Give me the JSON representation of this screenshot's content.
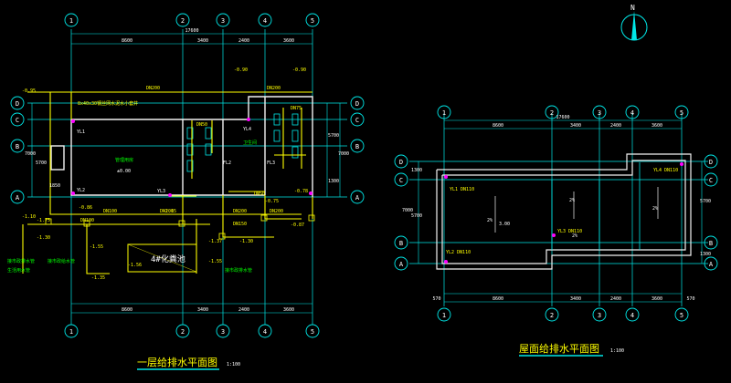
{
  "colors": {
    "background": "#000000",
    "grid": "#00e8e8",
    "wall": "#f2f2f2",
    "pipe": "#ffff00",
    "pipe_label": "#ffff00",
    "green": "#00ff00",
    "red": "#ff2020",
    "magenta": "#ff00ff"
  },
  "north": {
    "symbol": "N"
  },
  "plan1": {
    "title": "一层给排水平面图",
    "scale": "1:100",
    "col_labels": [
      "1",
      "2",
      "3",
      "4",
      "5"
    ],
    "row_labels": [
      "D",
      "C",
      "B",
      "A"
    ],
    "overall_dim": "17600",
    "dims_top": [
      "8600",
      "3400",
      "2400",
      "3600"
    ],
    "dims_bottom": [
      "8600",
      "3400",
      "2400",
      "3600"
    ],
    "dims_left": [
      "7000",
      "5700",
      "1850"
    ],
    "dims_right": [
      "5700",
      "7000",
      "1300"
    ],
    "pipe_labels": [
      "DN200",
      "DN200",
      "DN100",
      "DN100",
      "DN200",
      "DN200",
      "DN150",
      "DN200",
      "DN50",
      "DN75",
      "DN50"
    ],
    "levels": [
      "-0.95",
      "-0.90",
      "-0.90",
      "-0.86",
      "-1.10",
      "-1.30",
      "-1.55",
      "-1.56",
      "-1.35",
      "-1.75",
      "-1.37",
      "-1.55",
      "-1.30",
      "-1.15",
      "-0.87",
      "-0.78",
      "-0.75"
    ],
    "room_labels": [
      "管理用房",
      "±0.00",
      "卫生间"
    ],
    "note_top": "8x40x30钢丝网水泥水小套井",
    "tank_label": "4#化粪池",
    "fixture_labels": [
      "YL1",
      "YL2",
      "YL3",
      "YL4",
      "FL2",
      "FL3"
    ],
    "green_notes": [
      "接市政排水管",
      "接市政给水管",
      "生活用水管",
      "接市政排水管"
    ]
  },
  "plan2": {
    "title": "屋面给排水平面图",
    "scale": "1:100",
    "col_labels": [
      "1",
      "2",
      "3",
      "4",
      "5"
    ],
    "row_labels": [
      "D",
      "C",
      "B",
      "A"
    ],
    "overall_dim": "17600",
    "dims_top": [
      "8600",
      "3400",
      "2400",
      "3600"
    ],
    "dims_bottom": [
      "8600",
      "3400",
      "2400",
      "3600"
    ],
    "dims_left": [
      "1300",
      "5700",
      "7000"
    ],
    "dims_right": [
      "5700",
      "1300"
    ],
    "dims_bottom_small": [
      "570",
      "570"
    ],
    "slopes": [
      "2%",
      "2%",
      "2%",
      "2%"
    ],
    "elevation": "3.00",
    "drain_labels": [
      "YL1 DN110",
      "YL2 DN110",
      "YL3 DN110",
      "YL4 DN110"
    ]
  }
}
